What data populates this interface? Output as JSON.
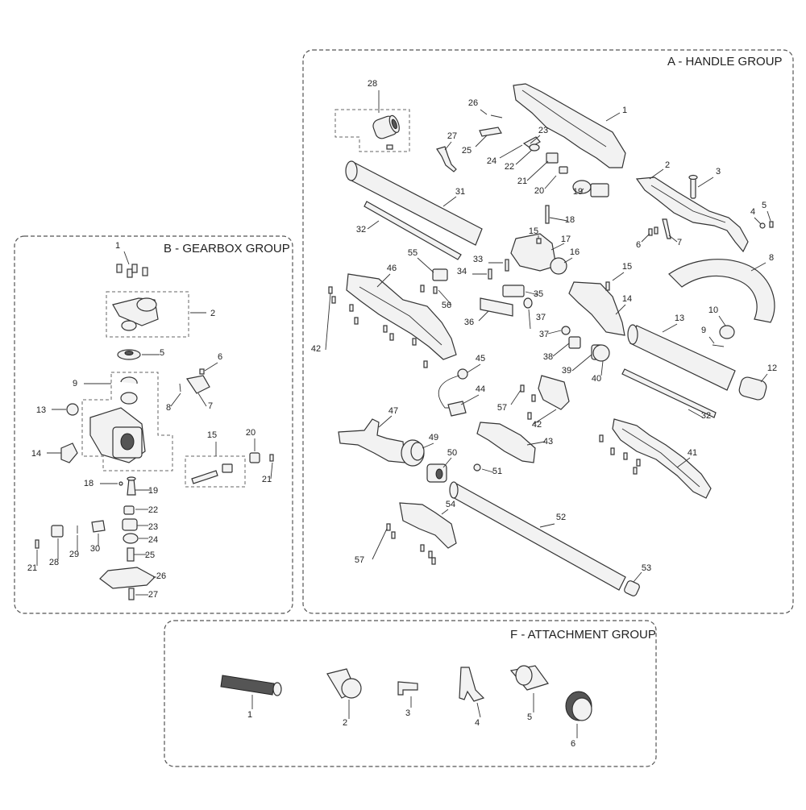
{
  "groups": {
    "handle": {
      "title": "A - HANDLE GROUP"
    },
    "gearbox": {
      "title": "B - GEARBOX GROUP"
    },
    "attachment": {
      "title": "F - ATTACHMENT GROUP"
    }
  },
  "callouts": {
    "handle": [
      {
        "n": "1",
        "name": "handle-half-part"
      },
      {
        "n": "2",
        "name": "handle-half-part"
      },
      {
        "n": "3",
        "name": "trigger-lock-part"
      },
      {
        "n": "4",
        "name": "washer-part"
      },
      {
        "n": "5",
        "name": "screw-part"
      },
      {
        "n": "6",
        "name": "screw-part"
      },
      {
        "n": "7",
        "name": "pin-part"
      },
      {
        "n": "8",
        "name": "hose-part"
      },
      {
        "n": "9",
        "name": "screw-part"
      },
      {
        "n": "10",
        "name": "clamp-part"
      },
      {
        "n": "12",
        "name": "end-cap-part"
      },
      {
        "n": "13",
        "name": "tube-part"
      },
      {
        "n": "14",
        "name": "housing-part"
      },
      {
        "n": "15",
        "name": "screw-part"
      },
      {
        "n": "15",
        "name": "screw-part"
      },
      {
        "n": "16",
        "name": "o-ring-part"
      },
      {
        "n": "17",
        "name": "clamp-part"
      },
      {
        "n": "18",
        "name": "pin-part"
      },
      {
        "n": "19",
        "name": "button-part"
      },
      {
        "n": "20",
        "name": "block-part"
      },
      {
        "n": "21",
        "name": "switch-part"
      },
      {
        "n": "22",
        "name": "switch-part"
      },
      {
        "n": "23",
        "name": "spring-part"
      },
      {
        "n": "24",
        "name": "spring-part"
      },
      {
        "n": "25",
        "name": "trigger-part"
      },
      {
        "n": "26",
        "name": "pin-part"
      },
      {
        "n": "27",
        "name": "wire-part"
      },
      {
        "n": "28",
        "name": "coupler-part"
      },
      {
        "n": "31",
        "name": "tube-part"
      },
      {
        "n": "32",
        "name": "shaft-part"
      },
      {
        "n": "32",
        "name": "shaft-part"
      },
      {
        "n": "33",
        "name": "pin-part"
      },
      {
        "n": "34",
        "name": "pin-part"
      },
      {
        "n": "35",
        "name": "bracket-part"
      },
      {
        "n": "36",
        "name": "plate-part"
      },
      {
        "n": "37",
        "name": "nut-part"
      },
      {
        "n": "37",
        "name": "nut-part"
      },
      {
        "n": "38",
        "name": "knob-part"
      },
      {
        "n": "39",
        "name": "knob-part"
      },
      {
        "n": "40",
        "name": "knob-cap-part"
      },
      {
        "n": "41",
        "name": "housing-half-part"
      },
      {
        "n": "42",
        "name": "screw-part"
      },
      {
        "n": "42",
        "name": "screw-part"
      },
      {
        "n": "43",
        "name": "cover-part"
      },
      {
        "n": "44",
        "name": "housing-part"
      },
      {
        "n": "45",
        "name": "plug-part"
      },
      {
        "n": "46",
        "name": "wire-part"
      },
      {
        "n": "47",
        "name": "housing-half-part"
      },
      {
        "n": "49",
        "name": "housing-part"
      },
      {
        "n": "50",
        "name": "collar-part"
      },
      {
        "n": "51",
        "name": "collar-part"
      },
      {
        "n": "52",
        "name": "ball-part"
      },
      {
        "n": "53",
        "name": "tube-part"
      },
      {
        "n": "54",
        "name": "end-cap-part"
      },
      {
        "n": "55",
        "name": "housing-half-part"
      },
      {
        "n": "56",
        "name": "connector-part"
      },
      {
        "n": "57",
        "name": "screw-part"
      },
      {
        "n": "57",
        "name": "screw-part"
      },
      {
        "n": "42",
        "name": "screw-part"
      }
    ],
    "gearbox": [
      {
        "n": "1",
        "name": "screw-part"
      },
      {
        "n": "2",
        "name": "gear-housing-part"
      },
      {
        "n": "5",
        "name": "washer-part"
      },
      {
        "n": "6",
        "name": "screw-part"
      },
      {
        "n": "7",
        "name": "bracket-part"
      },
      {
        "n": "8",
        "name": "pin-part"
      },
      {
        "n": "9",
        "name": "circlip-part"
      },
      {
        "n": "13",
        "name": "o-ring-part"
      },
      {
        "n": "14",
        "name": "guard-part"
      },
      {
        "n": "15",
        "name": "shaft-part"
      },
      {
        "n": "18",
        "name": "pin-part"
      },
      {
        "n": "19",
        "name": "spindle-part"
      },
      {
        "n": "20",
        "name": "block-part"
      },
      {
        "n": "21",
        "name": "screw-part"
      },
      {
        "n": "21",
        "name": "screw-part"
      },
      {
        "n": "22",
        "name": "nut-part"
      },
      {
        "n": "23",
        "name": "bushing-part"
      },
      {
        "n": "24",
        "name": "washer-part"
      },
      {
        "n": "25",
        "name": "bolt-part"
      },
      {
        "n": "26",
        "name": "plate-part"
      },
      {
        "n": "27",
        "name": "bolt-part"
      },
      {
        "n": "28",
        "name": "lever-part"
      },
      {
        "n": "29",
        "name": "pin-part"
      },
      {
        "n": "30",
        "name": "spring-part"
      }
    ],
    "attachment": [
      {
        "n": "1",
        "name": "shaft-part"
      },
      {
        "n": "2",
        "name": "sleeve-part"
      },
      {
        "n": "3",
        "name": "hex-key-part"
      },
      {
        "n": "4",
        "name": "screwdriver-part"
      },
      {
        "n": "5",
        "name": "coupler-part"
      },
      {
        "n": "6",
        "name": "knob-part"
      }
    ]
  }
}
